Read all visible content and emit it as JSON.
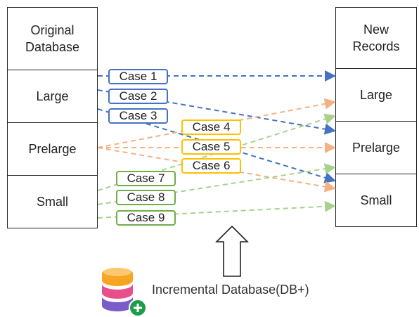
{
  "left_column": {
    "header": "Original\nDatabase",
    "rows": [
      "Large",
      "Prelarge",
      "Small"
    ]
  },
  "right_column": {
    "header": "New\nRecords",
    "rows": [
      "Large",
      "Prelarge",
      "Small"
    ]
  },
  "cases": [
    {
      "label": "Case 1",
      "from": "Large",
      "to": "Large",
      "color": "#4472C4"
    },
    {
      "label": "Case 2",
      "from": "Large",
      "to": "Prelarge",
      "color": "#4472C4"
    },
    {
      "label": "Case 3",
      "from": "Large",
      "to": "Small",
      "color": "#4472C4"
    },
    {
      "label": "Case 4",
      "from": "Prelarge",
      "to": "Large",
      "color": "#F4B183"
    },
    {
      "label": "Case 5",
      "from": "Prelarge",
      "to": "Prelarge",
      "color": "#F4B183"
    },
    {
      "label": "Case 6",
      "from": "Prelarge",
      "to": "Small",
      "color": "#F4B183"
    },
    {
      "label": "Case 7",
      "from": "Small",
      "to": "Large",
      "color": "#A9D18E"
    },
    {
      "label": "Case 8",
      "from": "Small",
      "to": "Prelarge",
      "color": "#A9D18E"
    },
    {
      "label": "Case 9",
      "from": "Small",
      "to": "Small",
      "color": "#A9D18E"
    }
  ],
  "box_border_colors": {
    "blue": "#4472C4",
    "orange": "#FFC000",
    "green": "#70AD47"
  },
  "footer": {
    "label": "Incremental Database(DB+)",
    "icon": "database-plus-icon"
  }
}
